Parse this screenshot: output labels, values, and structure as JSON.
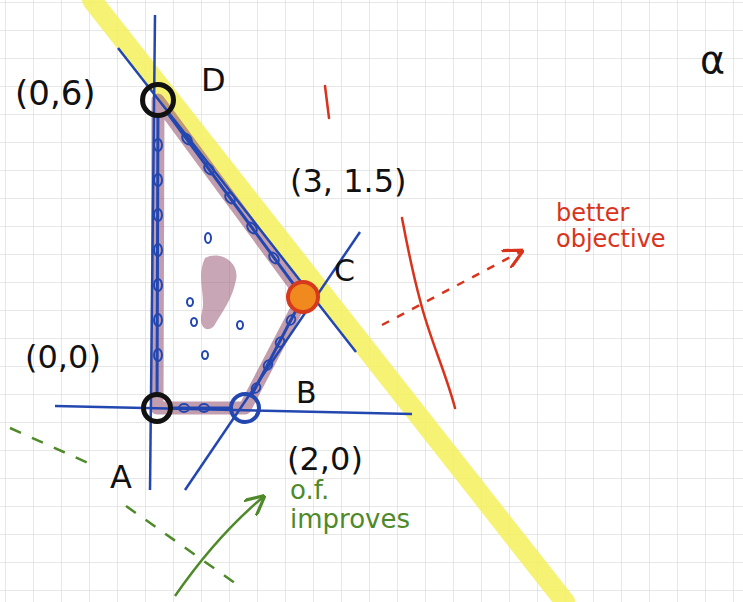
{
  "diagram": {
    "nodes": [
      {
        "text": [
          "(0,6)",
          "D"
        ]
      },
      {
        "text": [
          "(3, 1.5)",
          "C"
        ]
      },
      {
        "text": [
          "(0,0)",
          "A"
        ]
      },
      {
        "text": [
          "B",
          "(2,0)"
        ]
      }
    ],
    "edges": [
      {
        "from": 0,
        "to": 1,
        "arrow": "none"
      },
      {
        "from": 1,
        "to": 3,
        "arrow": "none"
      },
      {
        "from": 3,
        "to": 2,
        "arrow": "none"
      },
      {
        "from": 2,
        "to": 0,
        "arrow": "none"
      }
    ],
    "labels": [
      "α",
      "better objective",
      "o.f. improves"
    ]
  }
}
